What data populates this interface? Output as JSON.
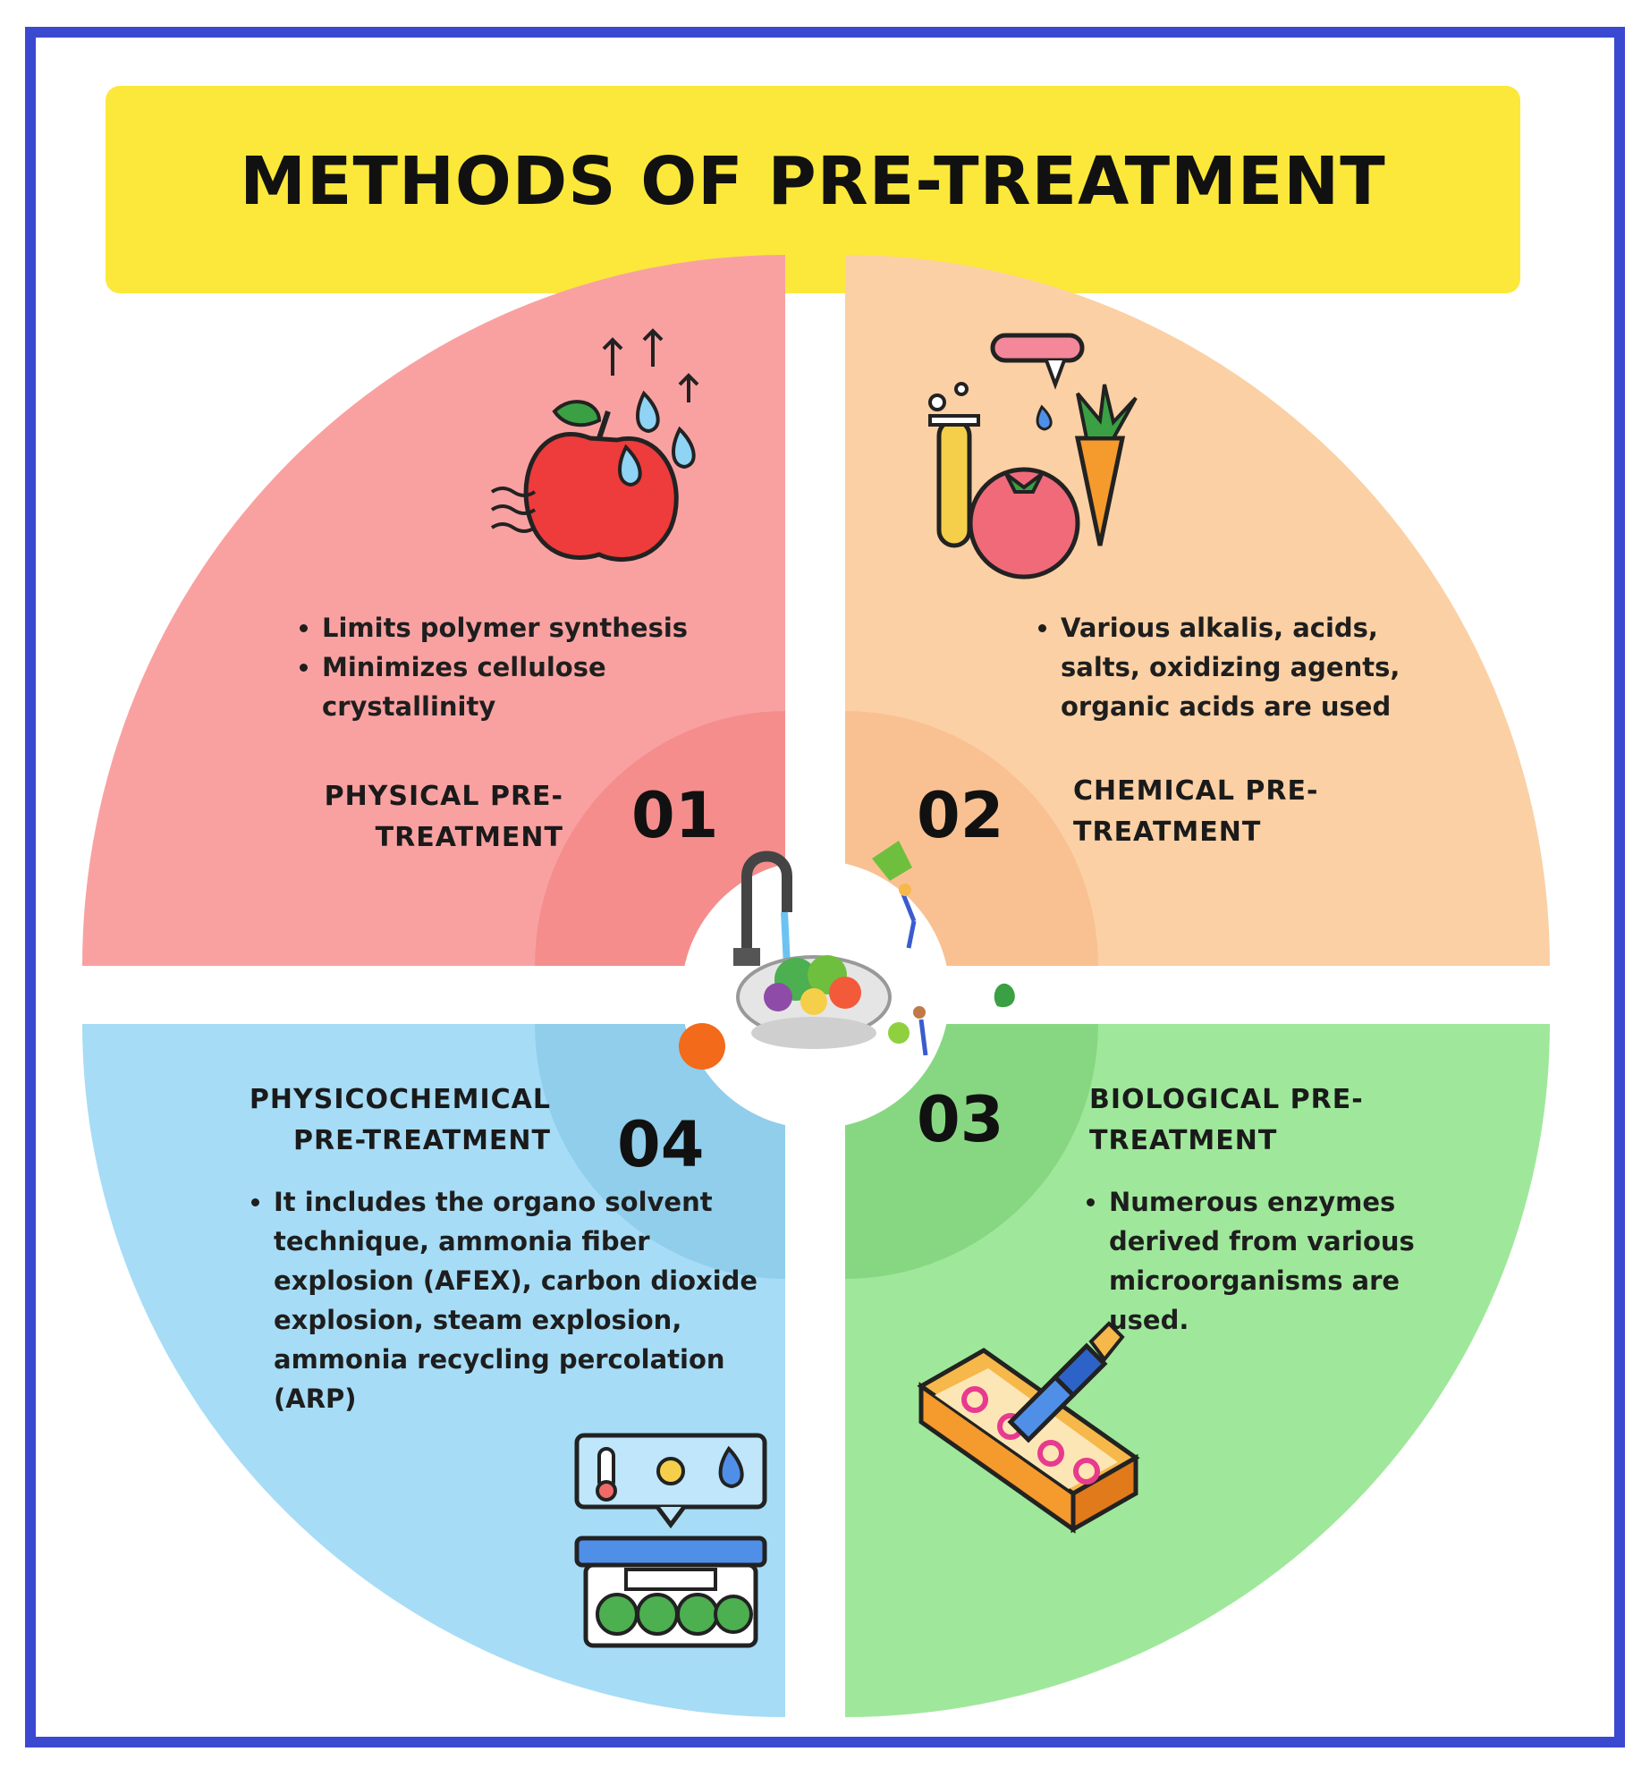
{
  "title": "METHODS OF PRE-TREATMENT",
  "colors": {
    "border": "#3b48d0",
    "title_band": "#fbe83b",
    "physical": "#f9a1a1",
    "chemical": "#fbd0a4",
    "biological": "#9fe89b",
    "physicochemical": "#a6dcf6"
  },
  "quadrants": {
    "physical": {
      "number": "01",
      "label_lines": [
        "PHYSICAL PRE-",
        "TREATMENT"
      ],
      "bullets": [
        "Limits polymer synthesis",
        "Minimizes cellulose crystallinity"
      ],
      "icon": "apple-water-icon"
    },
    "chemical": {
      "number": "02",
      "label_lines": [
        "CHEMICAL PRE-",
        "TREATMENT"
      ],
      "bullets": [
        "Various alkalis, acids, salts, oxidizing agents, organic acids are used"
      ],
      "icon": "test-tube-vegetables-icon"
    },
    "biological": {
      "number": "03",
      "label_lines": [
        "BIOLOGICAL PRE-",
        "TREATMENT"
      ],
      "bullets": [
        "Numerous enzymes derived from various microorganisms are used."
      ],
      "icon": "petri-pipette-icon"
    },
    "physicochemical": {
      "number": "04",
      "label_lines": [
        "PHYSICOCHEMICAL",
        "PRE-TREATMENT"
      ],
      "bullets": [
        "It includes the organo solvent technique, ammonia fiber explosion (AFEX), carbon dioxide explosion, steam explosion, ammonia recycling percolation (ARP)"
      ],
      "icon": "storage-box-conditions-icon"
    }
  },
  "center_icon": "sink-washing-vegetables-icon"
}
